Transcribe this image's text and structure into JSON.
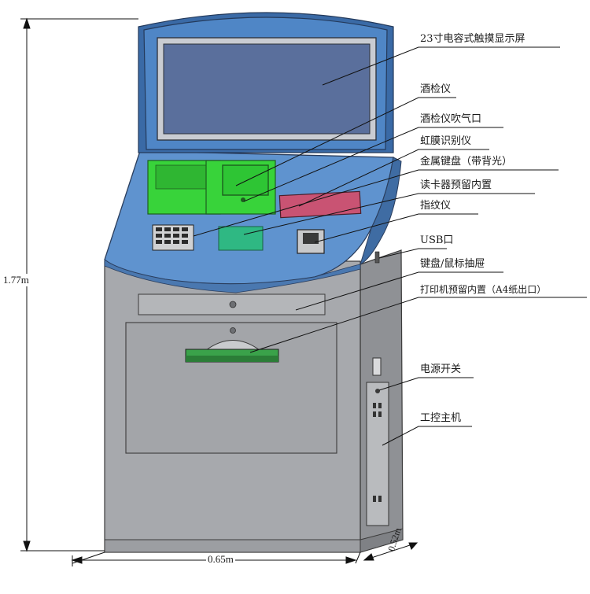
{
  "labels": {
    "screen": "23寸电容式触摸显示屏",
    "breathalyzer": "酒检仪",
    "breath_port": "酒检仪吹气口",
    "iris": "虹膜识别仪",
    "metal_keypad": "金属键盘（带背光）",
    "card_reader": "读卡器预留内置",
    "fingerprint": "指纹仪",
    "usb": "USB口",
    "keyboard_drawer": "键盘/鼠标抽屉",
    "printer": "打印机预留内置（A4纸出口）",
    "power_switch": "电源开关",
    "industrial_pc": "工控主机"
  },
  "dimensions": {
    "height": "1.77m",
    "width": "0.65m",
    "depth": "0.52m"
  },
  "colors": {
    "screen_bezel": "#4f86c6",
    "screen_glass": "#5a6f9c",
    "console_panel": "#5f93cf",
    "cabinet": "#a7a9ad",
    "cabinet_side": "#8f9195",
    "green_module": "#38d33a",
    "iris_module": "#c95373",
    "card_reader_pad": "#2fb883"
  }
}
